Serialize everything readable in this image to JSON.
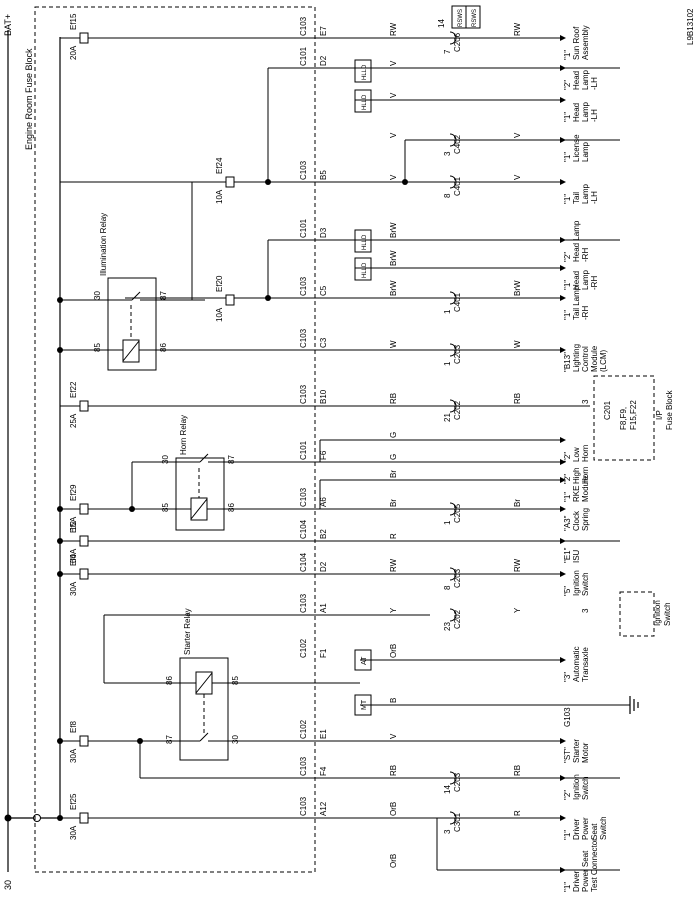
{
  "diagram_id": "L9B13102",
  "power": {
    "top": "BAT+",
    "bottom": "30"
  },
  "fuse_block_label": "Engine Room Fuse Block",
  "relays": {
    "illumination": "Illumination Relay",
    "horn": "Horn Relay",
    "starter": "Starter Relay"
  },
  "relay_pins": {
    "p30": "30",
    "p87": "87",
    "p85": "85",
    "p86": "86"
  },
  "fuses": [
    {
      "name": "Ef15",
      "amp": "20A"
    },
    {
      "name": "Ef24",
      "amp": "10A"
    },
    {
      "name": "Ef20",
      "amp": "10A"
    },
    {
      "name": "Ef22",
      "amp": "25A"
    },
    {
      "name": "Ef29",
      "amp": "15A"
    },
    {
      "name": "Ef2",
      "amp": "60A"
    },
    {
      "name": "Ef4",
      "amp": "30A"
    },
    {
      "name": "Ef8",
      "amp": "30A"
    },
    {
      "name": "Ef25",
      "amp": "30A"
    }
  ],
  "circuits": [
    {
      "conn": "C103",
      "pin": "E7",
      "w1": "RW",
      "inline_pin": "7",
      "inline2": "14",
      "inline_conn": "C206",
      "w2": "RW",
      "dest": [
        "\"1\"",
        "Sun Roof",
        "Assembly"
      ]
    },
    {
      "conn": "C101",
      "pin": "D2",
      "w1": "V",
      "dest": [
        "\"2\"",
        "Head",
        "Lamp",
        "-LH"
      ]
    },
    {
      "w1": "V",
      "dest": [
        "\"1\"",
        "Head",
        "Lamp",
        "-LH"
      ]
    },
    {
      "w1": "V",
      "inline_pin": "3",
      "inline_conn": "C402",
      "w2": "V",
      "dest": [
        "\"1\"",
        "License",
        "Lamp"
      ]
    },
    {
      "conn": "C103",
      "pin": "B5",
      "w1": "V",
      "inline_pin": "8",
      "inline_conn": "C401",
      "w2": "V",
      "dest": [
        "\"1\"",
        "Tail",
        "Lamp",
        "-LH"
      ]
    },
    {
      "conn": "C101",
      "pin": "D3",
      "w1": "BrW",
      "dest": [
        "\"2\"",
        "Head Lamp",
        "-RH"
      ]
    },
    {
      "w1": "BrW",
      "dest": [
        "\"1\"",
        "Head",
        "Lamp",
        "-RH"
      ]
    },
    {
      "conn": "C103",
      "pin": "C5",
      "w1": "BrW",
      "inline_pin": "1",
      "inline_conn": "C401",
      "w2": "BrW",
      "dest": [
        "\"1\"",
        "Tail Lamp",
        "-RH"
      ]
    },
    {
      "conn": "C103",
      "pin": "C3",
      "w1": "W",
      "inline_pin": "1",
      "inline_conn": "C203",
      "w2": "W",
      "dest": [
        "\"B13\"",
        "Lighting",
        "Control",
        "Module",
        "(LCM)"
      ]
    },
    {
      "conn": "C103",
      "pin": "B10",
      "w1": "RB",
      "inline_pin": "21",
      "inline_conn": "C202",
      "w2": "RB",
      "dest_pin": "3"
    },
    {
      "w1": "G",
      "dest": [
        "\"2\"",
        "Low",
        "Horn"
      ]
    },
    {
      "conn": "C101",
      "pin": "F6",
      "w1": "G",
      "dest": [
        "\"2\"",
        "High",
        "Horn"
      ]
    },
    {
      "w1": "Br",
      "dest": [
        "\"1\"",
        "RKE",
        "Module"
      ]
    },
    {
      "conn": "C103",
      "pin": "A6",
      "w1": "Br",
      "inline_pin": "1",
      "inline_conn": "C205",
      "w2": "Br",
      "dest": [
        "\"A3\"",
        "Clock",
        "Spring"
      ]
    },
    {
      "conn": "C104",
      "pin": "B2",
      "w1": "R",
      "dest": [
        "\"E1\"",
        "ISU"
      ]
    },
    {
      "conn": "C104",
      "pin": "D2",
      "w1": "RW",
      "inline_pin": "8",
      "inline_conn": "C203",
      "w2": "RW",
      "dest": [
        "\"5\"",
        "Ignition",
        "Switch"
      ]
    },
    {
      "conn": "C103",
      "pin": "A1",
      "w1": "Y",
      "inline_pin": "23",
      "inline_conn": "C202",
      "w2": "Y",
      "dest_pin": "3"
    },
    {
      "conn": "C102",
      "pin": "F1",
      "w1": "OrB",
      "dest": [
        "\"3\"",
        "Automatic",
        "Transaxle"
      ]
    },
    {
      "w1": "B",
      "dest": [
        "G103"
      ]
    },
    {
      "conn": "C102",
      "pin": "E1",
      "w1": "V",
      "dest": [
        "\"ST\"",
        "Starter",
        "Motor"
      ]
    },
    {
      "conn": "C103",
      "pin": "F4",
      "w1": "RB",
      "inline_pin": "14",
      "inline_conn": "C203",
      "w2": "RB",
      "dest": [
        "\"2\"",
        "Ignition",
        "Switch"
      ]
    },
    {
      "conn": "C103",
      "pin": "A12",
      "w1": "OrB",
      "inline_pin": "3",
      "inline_conn": "C301",
      "w2": "R",
      "dest": [
        "\"1\"",
        "Driver",
        "Power",
        "Seat",
        "Switch"
      ]
    },
    {
      "w1": "OrB",
      "dest": [
        "\"1\"",
        "Driver",
        "Power Seat",
        "Test Connector"
      ]
    }
  ],
  "ip_fuse_block": {
    "conn": "C201",
    "fuses": [
      "F8,F9,",
      "F15,F22"
    ],
    "label": [
      "I/P",
      "Fuse Block"
    ]
  },
  "ignition_switch_box": [
    "Ignition",
    "Switch"
  ],
  "switch_tags": {
    "hlld": "HLLD",
    "hldd_mark": "HLLD",
    "rsws": "RSWS",
    "at": "AT",
    "mt": "MT"
  }
}
